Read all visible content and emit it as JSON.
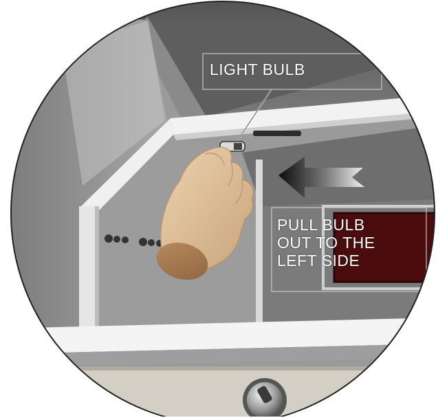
{
  "callouts": {
    "light_bulb": "LIGHT BULB",
    "pull_instruction": [
      "PULL BULB",
      "OUT TO THE",
      "LEFT SIDE"
    ]
  },
  "colors": {
    "panel_dark": "#6f6f6f",
    "panel_mid": "#8a8a8a",
    "panel_light": "#b3b3b3",
    "frame_white": "#f2f2f2",
    "hand_skin": "#e0c09a",
    "lens_red": "#4a0c0c",
    "arrow_dark": "#111111"
  }
}
